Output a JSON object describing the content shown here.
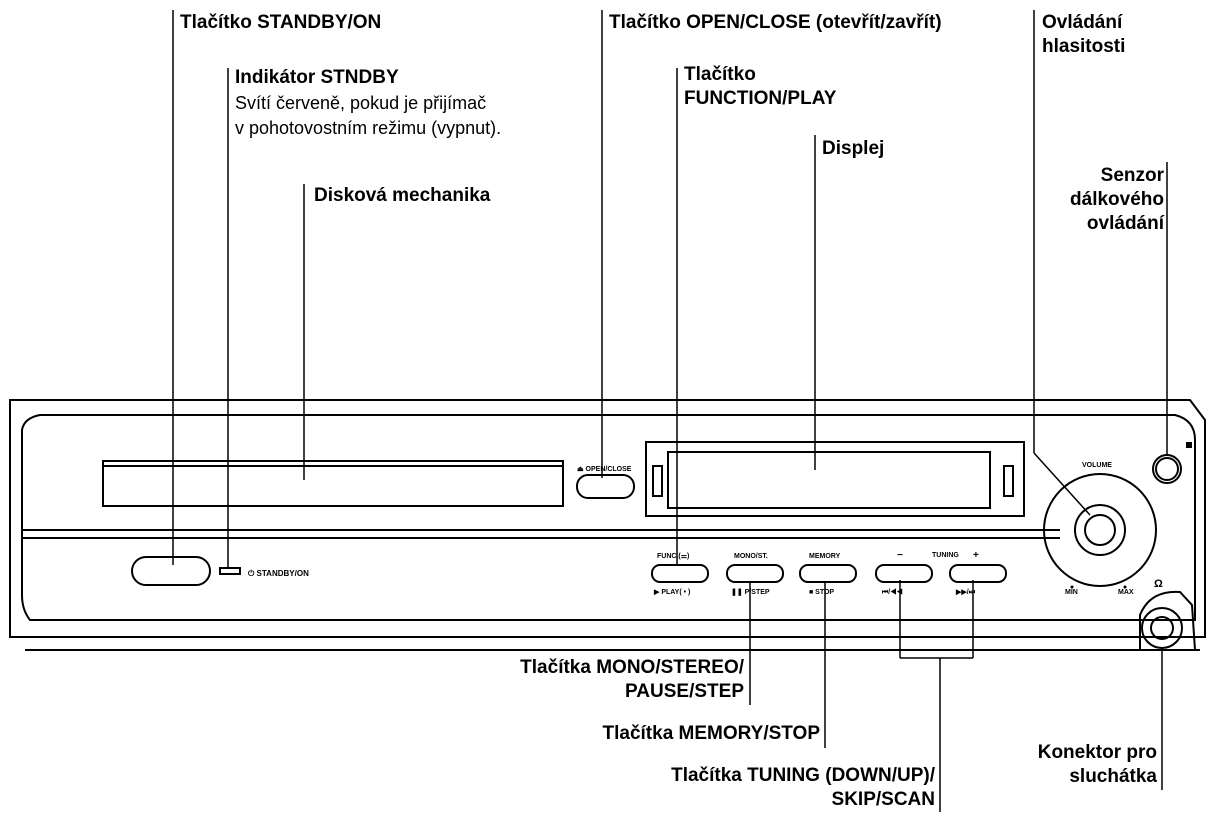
{
  "callouts": {
    "standby_button": "Tlačítko STANDBY/ON",
    "standby_indicator_title": "Indikátor STNDBY",
    "standby_indicator_desc": [
      "Svítí červeně, pokud je přijímač",
      "v pohotovostním režimu (vypnut)."
    ],
    "disc_tray": "Disková mechanika",
    "open_close_button": "Tlačítko OPEN/CLOSE (otevřít/zavřít)",
    "function_play_button": [
      "Tlačítko",
      "FUNCTION/PLAY"
    ],
    "display": "Displej",
    "volume_control": [
      "Ovládání",
      "hlasitosti"
    ],
    "remote_sensor": [
      "Senzor",
      "dálkového",
      "ovládání"
    ],
    "mono_stereo_buttons": [
      "Tlačítka MONO/STEREO/",
      "PAUSE/STEP"
    ],
    "memory_stop_buttons": "Tlačítka MEMORY/STOP",
    "tuning_buttons": [
      "Tlačítka TUNING (DOWN/UP)/",
      "SKIP/SCAN"
    ],
    "headphone_jack": [
      "Konektor pro",
      "sluchátka"
    ]
  },
  "device_labels": {
    "open_close": "⏏ OPEN/CLOSE",
    "standby_on": "⏻ STANDBY/ON",
    "func": "FUNC.(⚌)",
    "play": "▶ PLAY( • )",
    "mono_st": "MONO/ST.",
    "pause_step": "❚❚ P/STEP",
    "memory": "MEMORY",
    "stop": "■ STOP",
    "tuning": "TUNING",
    "minus": "−",
    "plus": "+",
    "skip_back": "⏮/◀◀",
    "skip_fwd": "▶▶/⏭",
    "volume": "VOLUME",
    "min": "MIN",
    "max": "MAX",
    "headphone": "Ω"
  }
}
